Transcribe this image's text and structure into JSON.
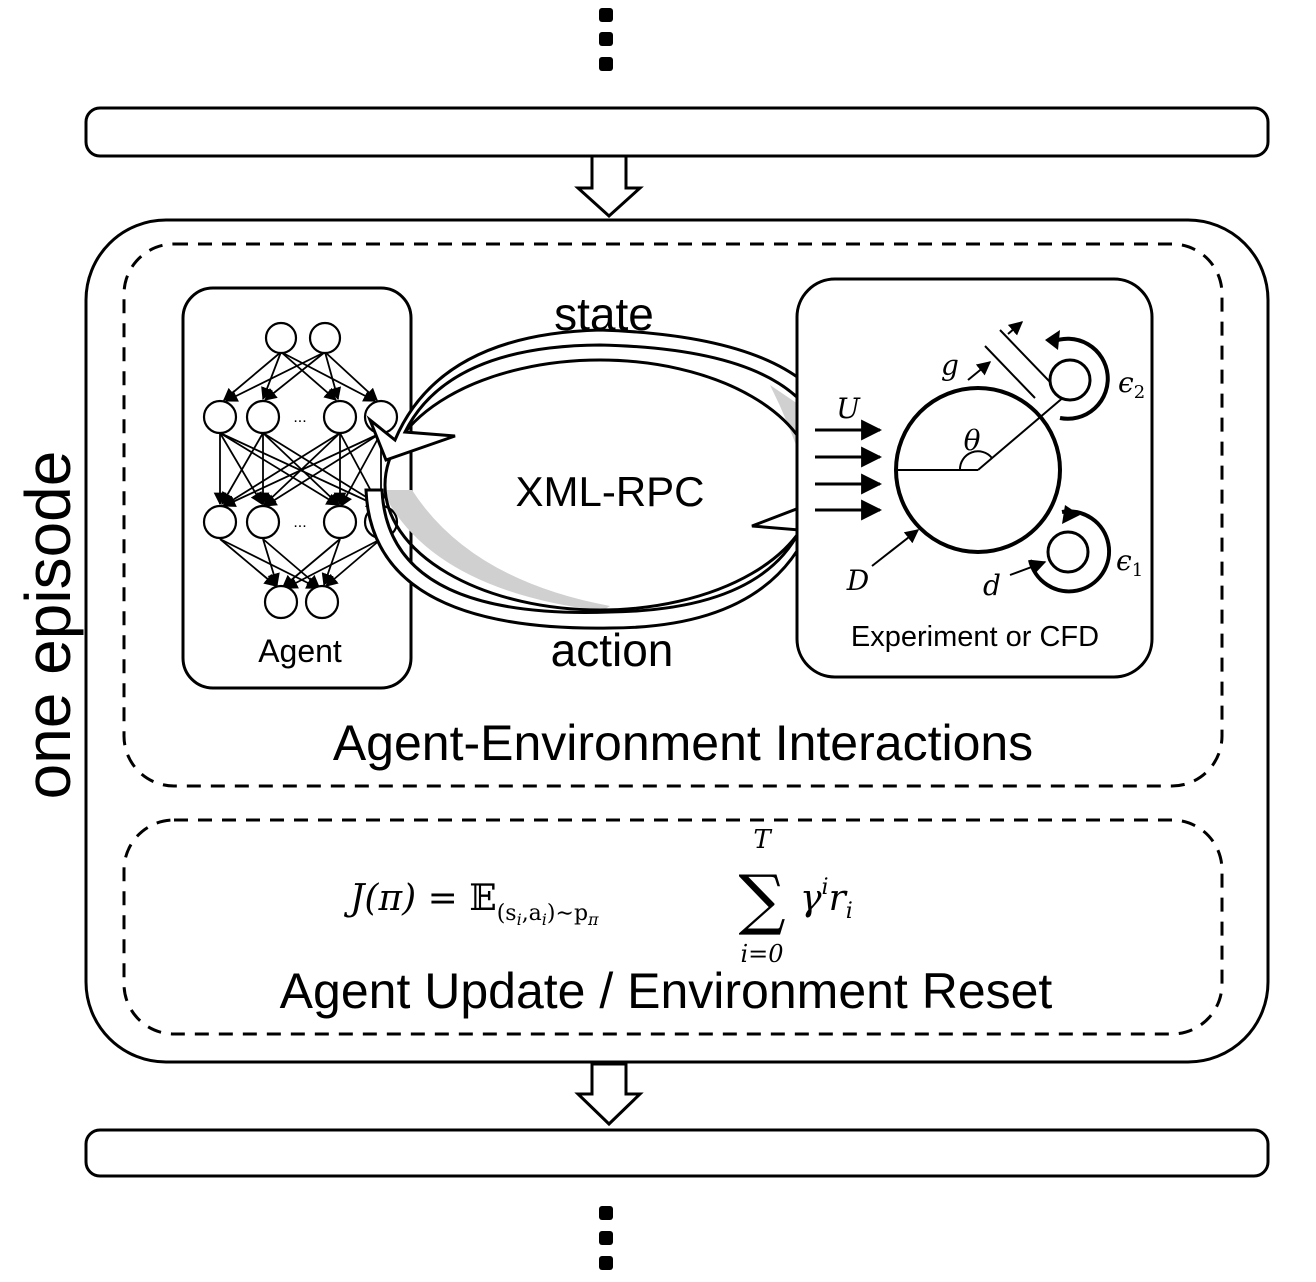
{
  "episode_label": "one episode",
  "interactions": {
    "title": "Agent-Environment Interactions",
    "state_label": "state",
    "action_label": "action",
    "protocol_label": "XML-RPC",
    "agent_label": "Agent",
    "agent_ellipsis": "...",
    "environment_label": "Experiment or CFD",
    "symbols": {
      "U": "U",
      "g": "g",
      "theta": "θ",
      "D": "D",
      "d": "d",
      "eps2": "ϵ",
      "eps2_sub": "2",
      "eps1": "ϵ",
      "eps1_sub": "1"
    }
  },
  "update": {
    "title": "Agent Update / Environment Reset",
    "formula": {
      "lhs": "J(π) = ",
      "E": "𝔼",
      "E_sub": "(s",
      "E_sub_i": "i",
      "E_sub_mid": ",a",
      "E_sub_i2": "i",
      "E_sub_end": ")∼p",
      "E_sub_pi": "π",
      "sum": "∑",
      "sum_top": "T",
      "sum_bottom": "i=0",
      "gamma": "γ",
      "gamma_sup": "i",
      "r": "r",
      "r_sub": "i"
    }
  },
  "ellipsis_marks": [
    "vertical-dots-top",
    "vertical-dots-bottom"
  ]
}
